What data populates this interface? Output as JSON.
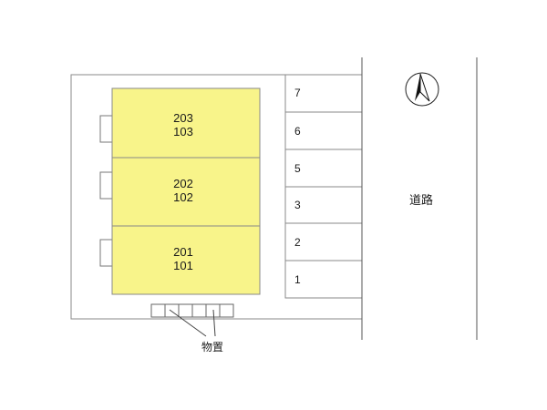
{
  "units": [
    {
      "upper": "203",
      "lower": "103"
    },
    {
      "upper": "202",
      "lower": "102"
    },
    {
      "upper": "201",
      "lower": "101"
    }
  ],
  "parking": [
    "7",
    "6",
    "5",
    "3",
    "2",
    "1"
  ],
  "road_label": "道路",
  "storage_label": "物置",
  "colors": {
    "building_fill": "#f8f48a",
    "building_stroke": "#888888",
    "line": "#7f7f7f",
    "road_line": "#444444",
    "compass": "#111111"
  },
  "icons": {
    "compass": "north-arrow-icon"
  }
}
